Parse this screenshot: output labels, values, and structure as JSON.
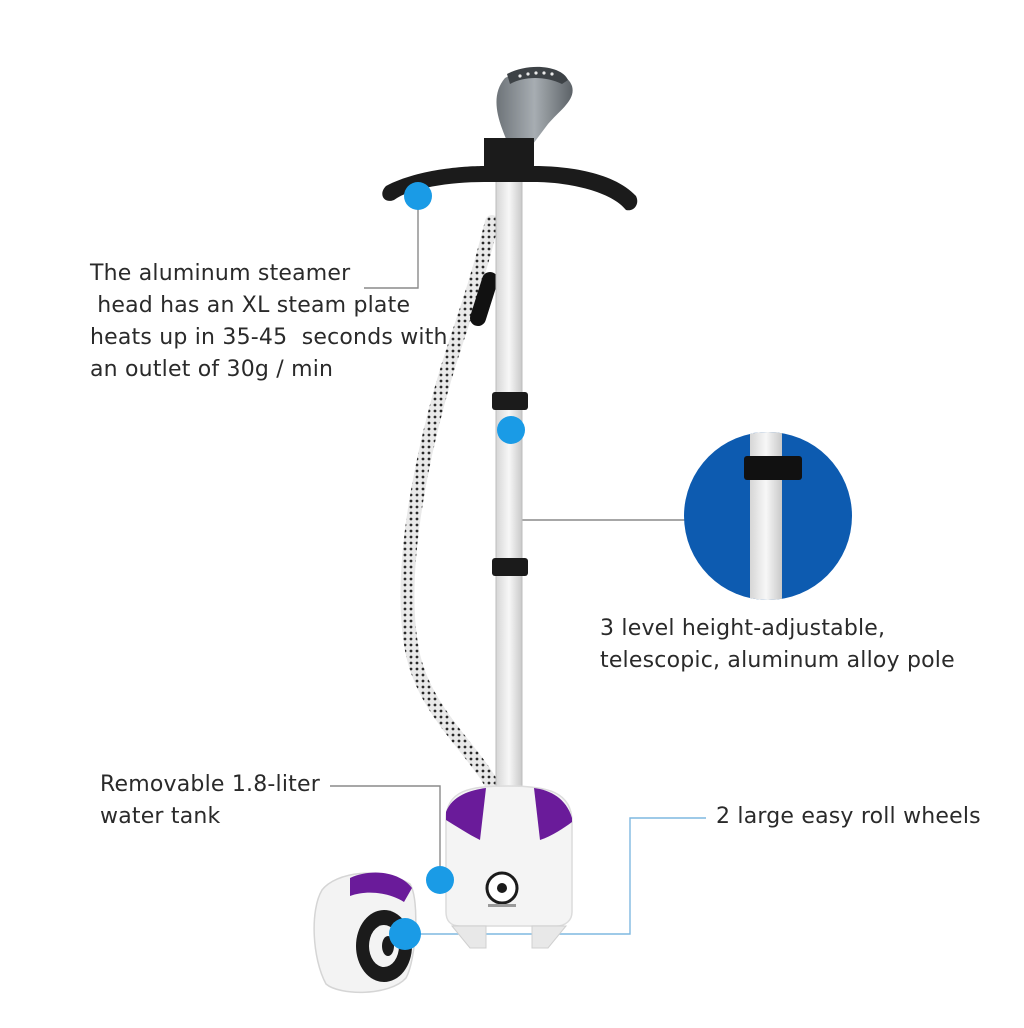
{
  "captions": {
    "steamer_head": "The aluminum steamer\n head has an XL steam plate\nheats up in 35-45  seconds with\nan outlet of 30g / min",
    "pole": "3 level height-adjustable,\ntelescopic, aluminum alloy pole",
    "water_tank": "Removable 1.8-liter\nwater tank",
    "wheels": "2 large easy roll wheels"
  },
  "colors": {
    "marker": "#1a9be6",
    "zoom_background": "#0d5bb0",
    "accent_purple": "#6a1b9a",
    "hanger": "#1b1b1b",
    "leader_line": "#8a8a8a"
  },
  "icons": [
    "steamer-head",
    "hanger",
    "telescopic-pole",
    "steam-hose",
    "water-tank",
    "wheel",
    "marker-dot"
  ]
}
